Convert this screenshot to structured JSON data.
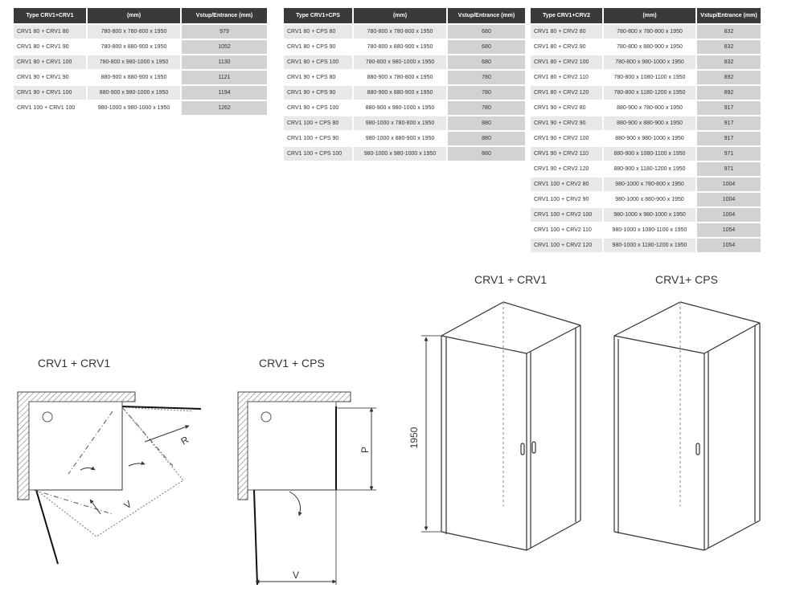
{
  "tables": [
    {
      "headers": [
        "Type CRV1+CRV1",
        "(mm)",
        "Vstup/Entrance (mm)"
      ],
      "rows": [
        [
          "CRV1 80 + CRV1 80",
          "780-800 x 780-800 x 1950",
          "979"
        ],
        [
          "CRV1 80 + CRV1 90",
          "780-800 x 880-900 x 1950",
          "1052"
        ],
        [
          "CRV1 80 + CRV1 100",
          "780-800 x 980-1000 x 1950",
          "1130"
        ],
        [
          "CRV1 90 + CRV1 90",
          "880-900 x 880-900 x 1950",
          "1121"
        ],
        [
          "CRV1 90 + CRV1 100",
          "880-900 x 980-1000 x 1950",
          "1194"
        ],
        [
          "CRV1 100 + CRV1 100",
          "980-1000 x 980-1000 x 1950",
          "1262"
        ]
      ]
    },
    {
      "headers": [
        "Type CRV1+CPS",
        "(mm)",
        "Vstup/Entrance (mm)"
      ],
      "rows": [
        [
          "CRV1 80 + CPS 80",
          "780-800 x 780-800 x 1950",
          "680"
        ],
        [
          "CRV1 80 + CPS 90",
          "780-800 x 880-900 x 1950",
          "680"
        ],
        [
          "CRV1 80 + CPS 100",
          "780-800 x 980-1000 x 1950",
          "680"
        ],
        [
          "CRV1 90 + CPS 80",
          "880-900 x 780-800 x 1950",
          "780"
        ],
        [
          "CRV1 90 + CPS 90",
          "880-900 x 880-900 x 1950",
          "780"
        ],
        [
          "CRV1 90 + CPS 100",
          "880-900 x 980-1000 x 1950",
          "780"
        ],
        [
          "CRV1 100 + CPS 80",
          "980-1000 x 780-800 x 1950",
          "880"
        ],
        [
          "CRV1 100 + CPS 90",
          "980-1000 x 880-900 x 1950",
          "880"
        ],
        [
          "CRV1 100 + CPS 100",
          "980-1000 x 980-1000 x 1950",
          "880"
        ]
      ]
    },
    {
      "headers": [
        "Type CRV1+CRV2",
        "(mm)",
        "Vstup/Entrance (mm)"
      ],
      "rows": [
        [
          "CRV1 80 + CRV2 80",
          "780-800 x 780-800 x 1950",
          "832"
        ],
        [
          "CRV1 80 + CRV2 90",
          "780-800 x 880-900 x 1950",
          "832"
        ],
        [
          "CRV1 80 + CRV2 100",
          "780-800 x 980-1000 x 1950",
          "832"
        ],
        [
          "CRV1 80 + CRV2 110",
          "780-800 x 1080-1100 x 1950",
          "892"
        ],
        [
          "CRV1 80 + CRV2 120",
          "780-800 x 1180-1200 x 1950",
          "892"
        ],
        [
          "CRV1 90 + CRV2 80",
          "880-900 x 780-800 x 1950",
          "917"
        ],
        [
          "CRV1 90 + CRV2 90",
          "880-900 x 880-900 x 1950",
          "917"
        ],
        [
          "CRV1 90 + CRV2 100",
          "880-900 x 980-1000 x 1950",
          "917"
        ],
        [
          "CRV1 90 + CRV2 110",
          "880-900 x 1080-1100 x 1950",
          "971"
        ],
        [
          "CRV1 90 + CRV2 120",
          "880-900 x 1180-1200 x 1950",
          "971"
        ],
        [
          "CRV1 100 + CRV2 80",
          "980-1000 x 780-800 x 1950",
          "1004"
        ],
        [
          "CRV1 100 + CRV2 90",
          "980-1000 x 880-900 x 1950",
          "1004"
        ],
        [
          "CRV1 100 + CRV2 100",
          "980-1000 x 980-1000 x 1950",
          "1004"
        ],
        [
          "CRV1 100 + CRV2 110",
          "980-1000 x 1080-1100 x 1950",
          "1054"
        ],
        [
          "CRV1 100 + CRV2 120",
          "980-1000 x 1180-1200 x 1950",
          "1054"
        ]
      ]
    }
  ],
  "diagrams": {
    "plan_crv1_crv1_title": "CRV1 + CRV1",
    "plan_crv1_cps_title": "CRV1 + CPS",
    "view_crv1_crv1_title": "CRV1 + CRV1",
    "view_crv1_cps_title": "CRV1+ CPS",
    "label_r": "R",
    "label_v": "V",
    "label_p": "P",
    "label_v2": "V",
    "height_label": "1950"
  },
  "colors": {
    "header_bg": "#3a3a3a",
    "value_cell": "#d2d2d2",
    "stripe": "#e8e8e8",
    "line": "#333333"
  }
}
